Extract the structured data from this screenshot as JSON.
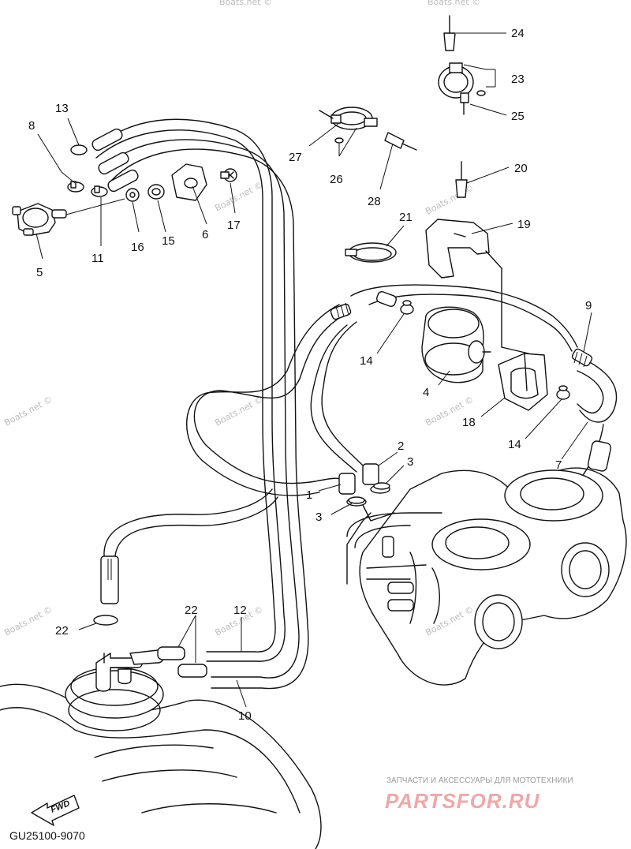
{
  "diagram_code": "GU25100-9070",
  "direction_marker": "FWD",
  "watermark": "Boats.net ©",
  "brand_tagline": "ЗАПЧАСТИ И АКСЕССУАРЫ ДЛЯ МОТОТЕХНИКИ",
  "brand_name": "PARTSFOR.RU",
  "callouts": {
    "c1": "1",
    "c2": "2",
    "c3a": "3",
    "c3b": "3",
    "c4": "4",
    "c5": "5",
    "c6": "6",
    "c7": "7",
    "c8": "8",
    "c9": "9",
    "c10": "10",
    "c11": "11",
    "c12": "12",
    "c13": "13",
    "c14a": "14",
    "c14b": "14",
    "c15": "15",
    "c16": "16",
    "c17": "17",
    "c18": "18",
    "c19": "19",
    "c20": "20",
    "c21": "21",
    "c22a": "22",
    "c22b": "22",
    "c23": "23",
    "c24": "24",
    "c25": "25",
    "c26": "26",
    "c27": "27",
    "c28": "28"
  }
}
